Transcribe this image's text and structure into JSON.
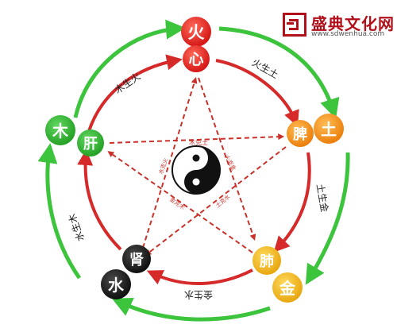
{
  "watermark": {
    "title": "盛典文化网",
    "url": "www.sdwenhua.com",
    "brand_color": "#b10f1a"
  },
  "colors": {
    "fire": "#e21d1d",
    "earth": "#f08c12",
    "metal": "#f2b50e",
    "water": "#111111",
    "wood": "#2ab32a",
    "outer_arrow": "#3cc43c",
    "inner_arrow": "#d62a2a",
    "star_line": "#c8322a"
  },
  "elements": {
    "fire": "火",
    "heart": "心",
    "earth": "土",
    "spleen": "脾",
    "lung": "肺",
    "metal": "金",
    "kidney": "肾",
    "water": "水",
    "wood": "木",
    "liver": "肝"
  },
  "generating_labels": {
    "wood_fire": "木生火",
    "fire_earth": "火生土",
    "earth_metal": "土生金",
    "metal_water": "金生水",
    "water_wood": "水生木"
  },
  "star_labels": {
    "top": "木克土",
    "upper_left": "水克火",
    "upper_right": "火克金",
    "lower_left": "金克木",
    "lower_right": "土克水"
  }
}
